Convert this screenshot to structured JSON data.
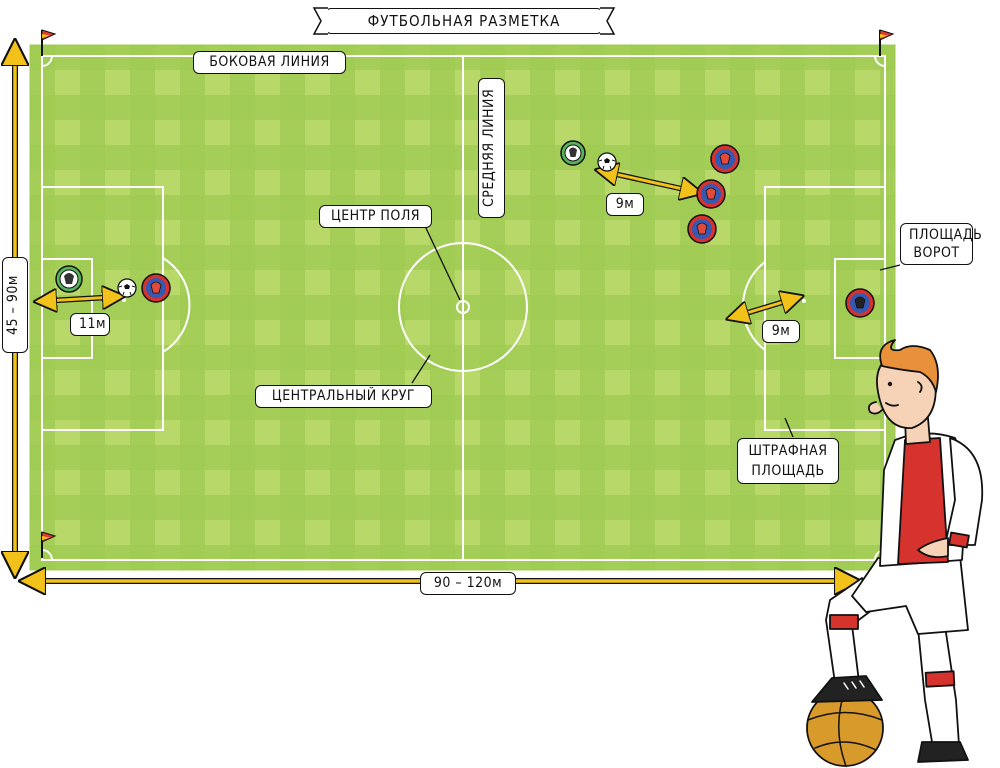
{
  "title": "ФУТБОЛЬНАЯ РАЗМЕТКА",
  "labels": {
    "touchline": "БОКОВАЯ ЛИНИЯ",
    "halfway_line": "СРЕДНЯЯ ЛИНИЯ",
    "centre_spot": "ЦЕНТР ПОЛЯ",
    "centre_circle": "ЦЕНТРАЛЬНЫЙ КРУГ",
    "goal_area": [
      "ПЛОЩАДЬ",
      "ВОРОТ"
    ],
    "penalty_area": [
      "ШТРАФНАЯ",
      "ПЛОЩАДЬ"
    ]
  },
  "dimensions": {
    "width": "45 – 90м",
    "length": "90 – 120м",
    "penalty_distance": "11м",
    "wall_distance_free_kick": "9м",
    "wall_distance_penalty_arc": "9м"
  },
  "colors": {
    "grass_light": "#b8d86a",
    "grass_dark": "#8ebf46",
    "lines": "#ffffff",
    "arrow": "#f2c21b",
    "team_red": "#d6322e",
    "team_blue": "#3559b3",
    "team_green": "#58b35a",
    "corner_flag_red": "#e03a2c",
    "corner_flag_yellow": "#f2c21b"
  },
  "icons": [
    "corner-flag-icon",
    "football-icon",
    "player-token-icon",
    "kicked-ball-dot-icon"
  ]
}
